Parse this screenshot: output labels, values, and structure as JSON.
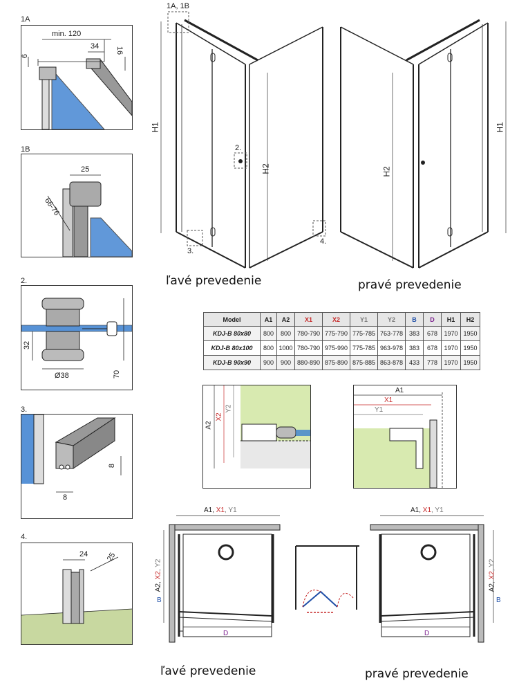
{
  "details": {
    "d1a": {
      "label": "1A",
      "min": "min. 120",
      "d34": "34",
      "d16": "16",
      "d6": "6"
    },
    "d1b": {
      "label": "1B",
      "d25": "25",
      "d6676": "66-76"
    },
    "d2": {
      "label": "2.",
      "d32": "32",
      "d38": "Ø38",
      "d70": "70"
    },
    "d3": {
      "label": "3.",
      "d8a": "8",
      "d8b": "8"
    },
    "d4": {
      "label": "4.",
      "d24": "24",
      "d25": "25"
    }
  },
  "left_view": {
    "callout_1a1b": "1A, 1B",
    "callout_2": "2.",
    "callout_3": "3.",
    "callout_4": "4.",
    "h1": "H1",
    "h2": "H2",
    "caption": "ľavé prevedenie"
  },
  "right_view": {
    "h1": "H1",
    "h2": "H2",
    "caption": "pravé prevedenie"
  },
  "table": {
    "headers": [
      "Model",
      "A1",
      "A2",
      "X1",
      "X2",
      "Y1",
      "Y2",
      "B",
      "D",
      "H1",
      "H2"
    ],
    "header_colors": [
      "#222222",
      "#222222",
      "#222222",
      "#c62828",
      "#c62828",
      "#666666",
      "#666666",
      "#1f4fa8",
      "#7b1f8e",
      "#222222",
      "#222222"
    ],
    "rows": [
      [
        "KDJ-B 80x80",
        "800",
        "800",
        "780-790",
        "775-790",
        "775-785",
        "763-778",
        "383",
        "678",
        "1970",
        "1950"
      ],
      [
        "KDJ-B 80x100",
        "800",
        "1000",
        "780-790",
        "975-990",
        "775-785",
        "963-978",
        "383",
        "678",
        "1970",
        "1950"
      ],
      [
        "KDJ-B 90x90",
        "900",
        "900",
        "880-890",
        "875-890",
        "875-885",
        "863-878",
        "433",
        "778",
        "1970",
        "1950"
      ]
    ]
  },
  "section_a": {
    "a2": "A2",
    "x2": "X2",
    "y2": "Y2"
  },
  "section_b": {
    "a1": "A1",
    "x1": "X1",
    "y1": "Y1"
  },
  "plan_left": {
    "a1": "A1, ",
    "x1": "X1",
    "y1": ", Y1",
    "a2": "A2, ",
    "x2": "X2",
    "y2": ", Y2",
    "b": "B",
    "d": "D",
    "caption": "ľavé prevedenie"
  },
  "plan_right": {
    "a1": "A1, ",
    "x1": "X1",
    "y1": ", Y1",
    "a2": "A2, ",
    "x2": "X2",
    "y2": ", Y2",
    "b": "B",
    "d": "D",
    "caption": "pravé prevedenie"
  },
  "colors": {
    "glass": "#3a7fd0",
    "wall_green": "#d8eab0",
    "red": "#c62828",
    "blue": "#1f4fa8",
    "grey_text": "#777777",
    "floor": "#c8d8a0"
  }
}
